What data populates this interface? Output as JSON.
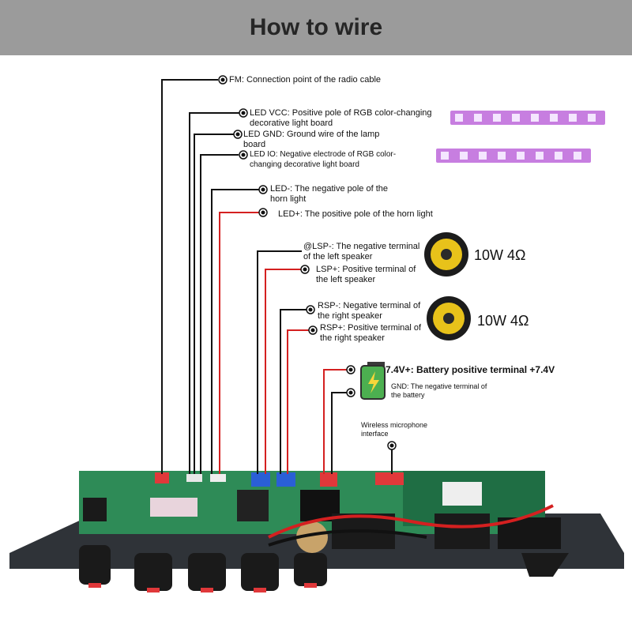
{
  "title": "How to wire",
  "labels": {
    "fm": "FM: Connection point of the radio cable",
    "led_vcc": "LED VCC: Positive pole of RGB color-changing decorative light board",
    "led_gnd": "LED GND: Ground wire of the lamp board",
    "led_io": "LED IO: Negative electrode of RGB color-changing decorative light board",
    "led_minus": "LED-: The negative pole of the horn light",
    "led_plus": "LED+: The positive pole of the horn light",
    "lsp_minus": "@LSP-: The negative terminal of the left speaker",
    "lsp_plus": "LSP+: Positive terminal of the left speaker",
    "rsp_minus": "RSP-: Negative terminal of the right speaker",
    "rsp_plus": "RSP+: Positive terminal of the right speaker",
    "battery_plus": "7.4V+: Battery positive terminal +7.4V",
    "gnd": "GND: The negative terminal of the battery",
    "mic": "Wireless microphone interface"
  },
  "speakers": {
    "left_rating": "10W 4Ω",
    "right_rating": "10W 4Ω"
  },
  "colors": {
    "banner": "#9b9b9b",
    "black_wire": "#111111",
    "red_wire": "#d42020",
    "pcb": "#2e8b57",
    "blue_connector": "#2a5fd6",
    "red_connector": "#e0383a",
    "led_strip": "#c77ee0",
    "speaker_cone": "#e8c21a",
    "battery": "#4caf50"
  }
}
